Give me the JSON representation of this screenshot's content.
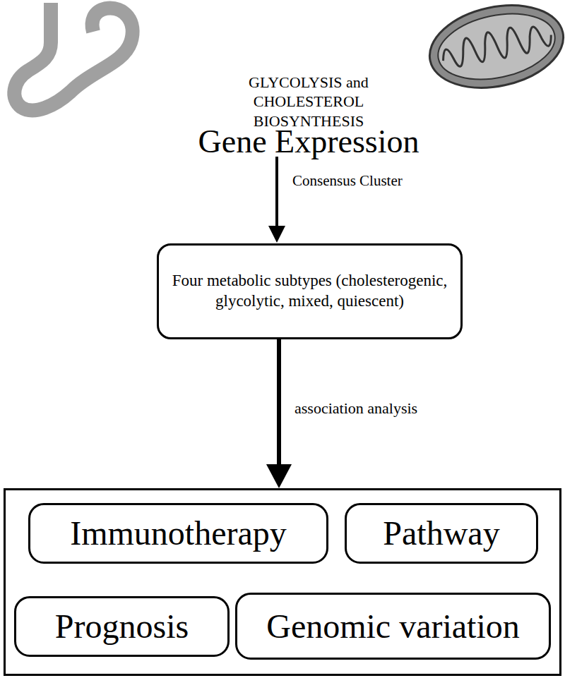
{
  "diagram": {
    "nodes": [
      {
        "text": [
          "Four metabolic subtypes (cholesterogenic, glycolytic, mixed, quiescent)"
        ]
      },
      {
        "text": []
      },
      {
        "text": [
          "Immunotherapy"
        ],
        "in": 1
      },
      {
        "text": [
          "Pathway"
        ],
        "in": 1
      },
      {
        "text": [
          "Prognosis"
        ],
        "in": 1
      },
      {
        "text": [
          "Genomic variation"
        ],
        "in": 1
      }
    ],
    "edges": [
      {
        "from": 0,
        "to": 1,
        "label": "association analysis",
        "arrow": "to"
      }
    ],
    "labels": [
      "GLYCOLYSIS and CHOLESTEROL BIOSYNTHESIS",
      "Gene Expression",
      "Consensus Cluster"
    ]
  }
}
